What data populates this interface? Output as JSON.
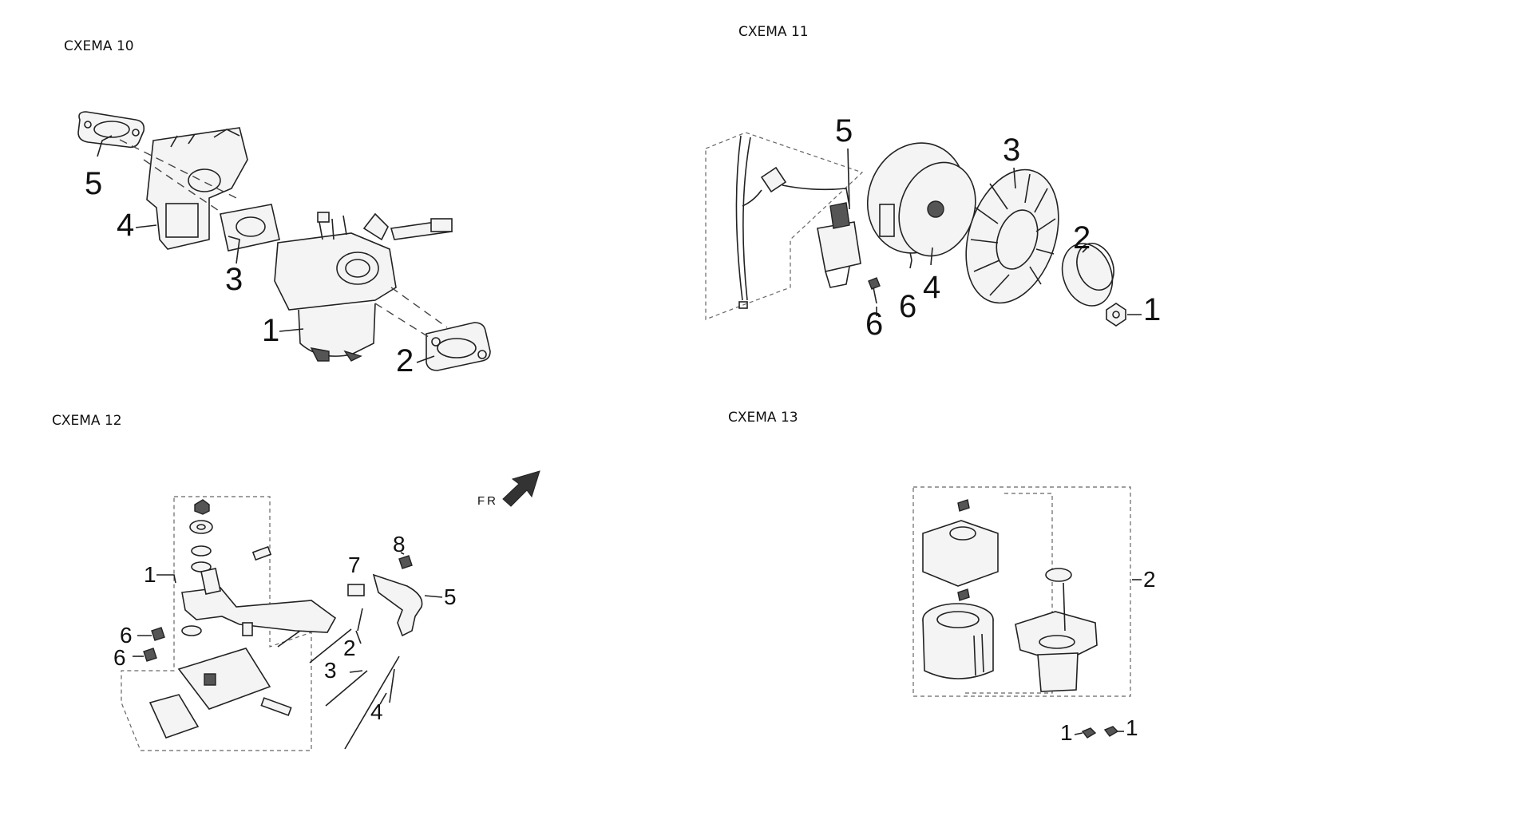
{
  "schemes": [
    {
      "title": "CXEMA 10",
      "callouts": [
        "5",
        "4",
        "3",
        "1",
        "2"
      ]
    },
    {
      "title": "CXEMA 11",
      "callouts": [
        "5",
        "3",
        "2",
        "1",
        "4",
        "6",
        "6"
      ]
    },
    {
      "title": "CXEMA 12",
      "callouts": [
        "1",
        "6",
        "6",
        "7",
        "8",
        "5",
        "2",
        "3",
        "4"
      ],
      "direction_label": "FR"
    },
    {
      "title": "CXEMA 13",
      "callouts": [
        "2",
        "1",
        "1"
      ]
    }
  ]
}
